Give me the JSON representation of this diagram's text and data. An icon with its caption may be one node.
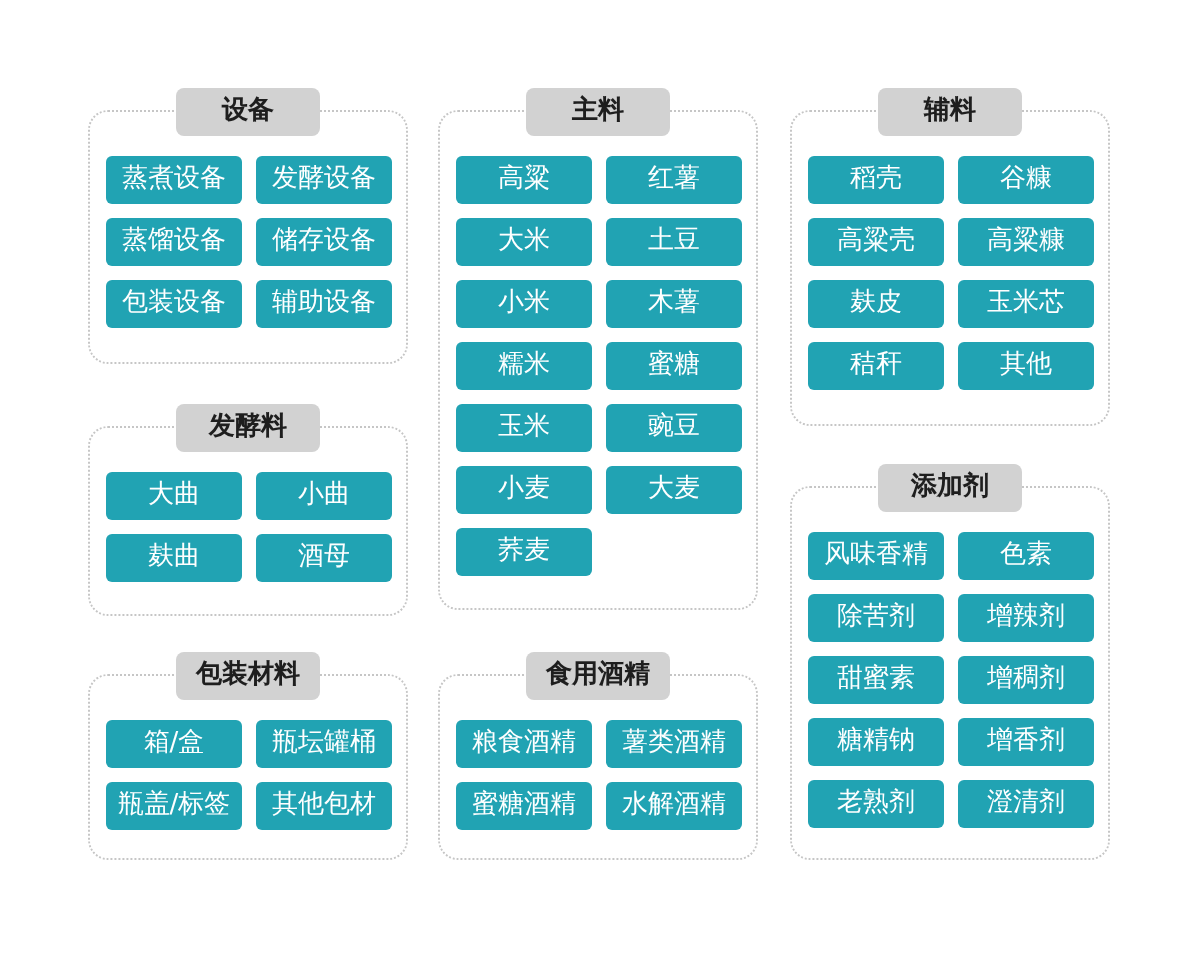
{
  "diagram": {
    "nodes": [
      {
        "text": [
          "设备"
        ]
      },
      {
        "text": [
          "蒸煮设备"
        ],
        "in": 0
      },
      {
        "text": [
          "发酵设备"
        ],
        "in": 0
      },
      {
        "text": [
          "蒸馏设备"
        ],
        "in": 0
      },
      {
        "text": [
          "储存设备"
        ],
        "in": 0
      },
      {
        "text": [
          "包装设备"
        ],
        "in": 0
      },
      {
        "text": [
          "辅助设备"
        ],
        "in": 0
      },
      {
        "text": [
          "主料"
        ]
      },
      {
        "text": [
          "高粱"
        ],
        "in": 7
      },
      {
        "text": [
          "红薯"
        ],
        "in": 7
      },
      {
        "text": [
          "大米"
        ],
        "in": 7
      },
      {
        "text": [
          "土豆"
        ],
        "in": 7
      },
      {
        "text": [
          "小米"
        ],
        "in": 7
      },
      {
        "text": [
          "木薯"
        ],
        "in": 7
      },
      {
        "text": [
          "糯米"
        ],
        "in": 7
      },
      {
        "text": [
          "蜜糖"
        ],
        "in": 7
      },
      {
        "text": [
          "玉米"
        ],
        "in": 7
      },
      {
        "text": [
          "豌豆"
        ],
        "in": 7
      },
      {
        "text": [
          "小麦"
        ],
        "in": 7
      },
      {
        "text": [
          "大麦"
        ],
        "in": 7
      },
      {
        "text": [
          "荞麦"
        ],
        "in": 7
      },
      {
        "text": [
          "辅料"
        ]
      },
      {
        "text": [
          "稻壳"
        ],
        "in": 21
      },
      {
        "text": [
          "谷糠"
        ],
        "in": 21
      },
      {
        "text": [
          "高粱壳"
        ],
        "in": 21
      },
      {
        "text": [
          "高粱糠"
        ],
        "in": 21
      },
      {
        "text": [
          "麸皮"
        ],
        "in": 21
      },
      {
        "text": [
          "玉米芯"
        ],
        "in": 21
      },
      {
        "text": [
          "秸秆"
        ],
        "in": 21
      },
      {
        "text": [
          "其他"
        ],
        "in": 21
      },
      {
        "text": [
          "发酵料"
        ]
      },
      {
        "text": [
          "大曲"
        ],
        "in": 30
      },
      {
        "text": [
          "小曲"
        ],
        "in": 30
      },
      {
        "text": [
          "麸曲"
        ],
        "in": 30
      },
      {
        "text": [
          "酒母"
        ],
        "in": 30
      },
      {
        "text": [
          "添加剂"
        ]
      },
      {
        "text": [
          "风味香精"
        ],
        "in": 35
      },
      {
        "text": [
          "色素"
        ],
        "in": 35
      },
      {
        "text": [
          "除苦剂"
        ],
        "in": 35
      },
      {
        "text": [
          "增辣剂"
        ],
        "in": 35
      },
      {
        "text": [
          "甜蜜素"
        ],
        "in": 35
      },
      {
        "text": [
          "增稠剂"
        ],
        "in": 35
      },
      {
        "text": [
          "糖精钠"
        ],
        "in": 35
      },
      {
        "text": [
          "增香剂"
        ],
        "in": 35
      },
      {
        "text": [
          "老熟剂"
        ],
        "in": 35
      },
      {
        "text": [
          "澄清剂"
        ],
        "in": 35
      },
      {
        "text": [
          "包装材料"
        ]
      },
      {
        "text": [
          "箱/盒"
        ],
        "in": 46
      },
      {
        "text": [
          "瓶坛罐桶"
        ],
        "in": 46
      },
      {
        "text": [
          "瓶盖/标签"
        ],
        "in": 46
      },
      {
        "text": [
          "其他包材"
        ],
        "in": 46
      },
      {
        "text": [
          "食用酒精"
        ]
      },
      {
        "text": [
          "粮食酒精"
        ],
        "in": 51
      },
      {
        "text": [
          "薯类酒精"
        ],
        "in": 51
      },
      {
        "text": [
          "蜜糖酒精"
        ],
        "in": 51
      },
      {
        "text": [
          "水解酒精"
        ],
        "in": 51
      }
    ]
  }
}
